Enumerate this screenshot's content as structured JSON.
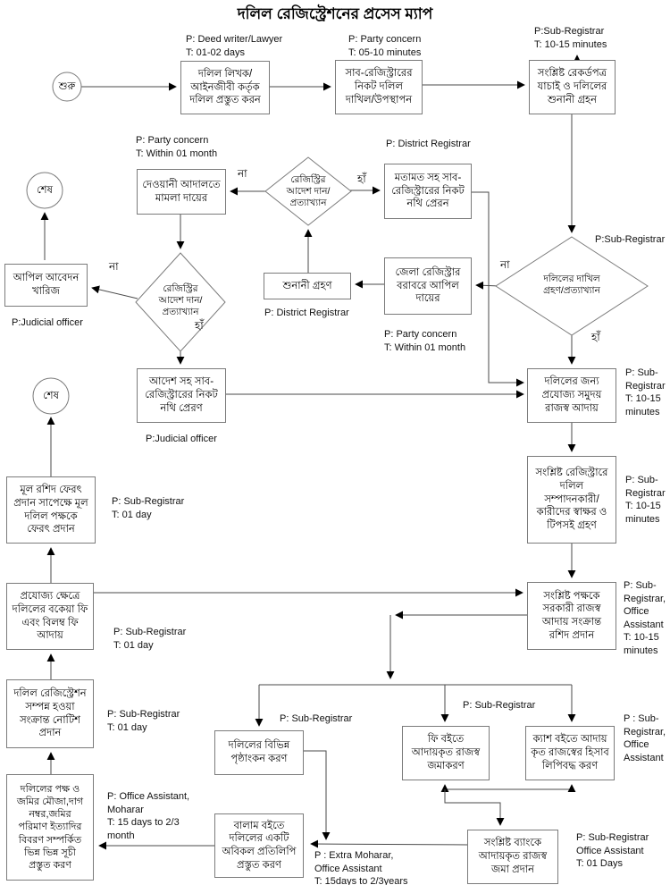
{
  "title": "দলিল রেজিস্ট্রেশনের প্রসেস ম্যাপ",
  "terminals": {
    "start": "শুরু",
    "end": "শেষ"
  },
  "decision_labels": {
    "yes": "হাঁ",
    "no": "না"
  },
  "nodes": {
    "prepare": {
      "label": "দলিল লিখক/\nআইনজীবী কর্তৃক\nদলিল প্রস্তুত করন"
    },
    "submit": {
      "label": "সাব-রেজিস্ট্রারের\nনিকট দলিল\nদাখিল/উপস্থাপন"
    },
    "verify": {
      "label": "সংশ্লিষ্ট রেকর্ডপত্র\nযাচাই ও দলিলের\nশুনানী গ্রহন"
    },
    "dakhil": {
      "label": "দলিলের দাখিল\nগ্রহণ/প্রত্যাখ্যান"
    },
    "jela": {
      "label": "জেলা রেজিস্ট্রার\nবরাবরে আপিল\nদায়ের"
    },
    "shunani": {
      "label": "শুনানী গ্রহণ"
    },
    "reg1": {
      "label": "রেজিস্ট্রির\nআদেশ দান/\nপ্রত্যাখ্যান"
    },
    "reg2": {
      "label": "রেজিস্ট্রির\nআদেশ দান/\nপ্রত্যাখ্যান"
    },
    "dewani": {
      "label": "দেওয়ানী আদালতে\nমামলা দায়ের"
    },
    "kharij": {
      "label": "আপিল আবেদন\nখারিজ"
    },
    "adesh": {
      "label": "আদেশ সহ সাব-\nরেজিস্ট্রারের নিকট\nনথি প্রেরণ"
    },
    "motamot": {
      "label": "মতামত সহ সাব-\nরেজিস্ট্রারের নিকট\nনথি প্রেরন"
    },
    "rajosso": {
      "label": "দলিলের জন্য\nপ্রযোজ্য সমুদয়\nরাজস্ব আদায়"
    },
    "sign": {
      "label": "সংশ্লিষ্ট রেজিস্ট্রারে\nদলিল\nসম্পাদনকারী/\nকারীদের স্বাক্ষর ও\nটিপসই গ্রহণ"
    },
    "roshid": {
      "label": "সংশ্লিষ্ট পক্ষকে\nসরকারী রাজস্ব\nআদায় সংক্রান্ত\nরশিদ প্রদান"
    },
    "mul": {
      "label": "মূল রশিদ ফেরৎ\nপ্রদান সাপেক্ষে মূল\nদলিল পক্ষকে\nফেরৎ প্রদান"
    },
    "bokeya": {
      "label": "প্রযোজ্য ক্ষেত্রে\nদলিলের বকেয়া ফি\nএবং বিলম্ব ফি\nআদায়"
    },
    "notish": {
      "label": "দলিল রেজিস্ট্রেশন\nসম্পন্ন হওয়া\nসংক্রান্ত নোটিশ\nপ্রদান"
    },
    "suchi": {
      "label": "দলিলের পক্ষ ও\nজমির মৌজা,দাগ\nনম্বর,জমির\nপরিমাণ ইত্যাদির\nবিবরণ সম্পর্কিত\nভিন্ন ভিন্ন সূচী\nপ্রস্তুত করণ"
    },
    "prishtha": {
      "label": "দলিলের বিভিন্ন\nপৃষ্ঠাংকন করণ"
    },
    "fee": {
      "label": "ফি বইতে\nআদায়কৃত রাজস্ব\nজমাকরণ"
    },
    "cash": {
      "label": "ক্যাশ বইতে আদায়\nকৃত রাজস্বের হিসাব\nলিপিবদ্ধ করণ"
    },
    "bank": {
      "label": "সংশ্লিষ্ট ব্যাংকে\nআদায়কৃত রাজস্ব\nজমা প্রদান"
    },
    "balam": {
      "label": "বালাম বইতে\nদলিলের একটি\nঅবিকল প্রতিলিপি\nপ্রস্তুত করণ"
    }
  },
  "annotations": {
    "prepare": "P: Deed writer/Lawyer\nT: 01-02 days",
    "submit": "P: Party concern\nT: 05-10 minutes",
    "verify": "P:Sub-Registrar\nT: 10-15 minutes",
    "dakhil": "P:Sub-Registrar",
    "jela": "P: Party concern\nT: Within 01 month",
    "shunani": "P: District Registrar",
    "dewani": "P: Party concern\nT: Within 01 month",
    "kharij": "P:Judicial officer",
    "adesh": "P:Judicial officer",
    "motamot": "P: District Registrar",
    "rajosso": "P: Sub-\nRegistrar\nT: 10-15\nminutes",
    "sign": "P: Sub-\nRegistrar\nT: 10-15\nminutes",
    "roshid": "P: Sub-\nRegistrar,\nOffice\nAssistant\nT: 10-15\nminutes",
    "mul": "P: Sub-Registrar\nT: 01 day",
    "bokeya": "P: Sub-Registrar\nT: 01 day",
    "notish": "P: Sub-Registrar\nT: 01 day",
    "suchi": "P: Office Assistant,\nMoharar\nT: 15 days to 2/3\nmonth",
    "prishtha": "P: Sub-Registrar",
    "fee": "P: Sub-Registrar",
    "cash": "P : Sub-\nRegistrar,\nOffice\nAssistant",
    "bank": "P: Sub-Registrar\nOffice Assistant\nT: 01 Days",
    "balam": "P : Extra Moharar,\nOffice Assistant\nT: 15days to 2/3years"
  }
}
